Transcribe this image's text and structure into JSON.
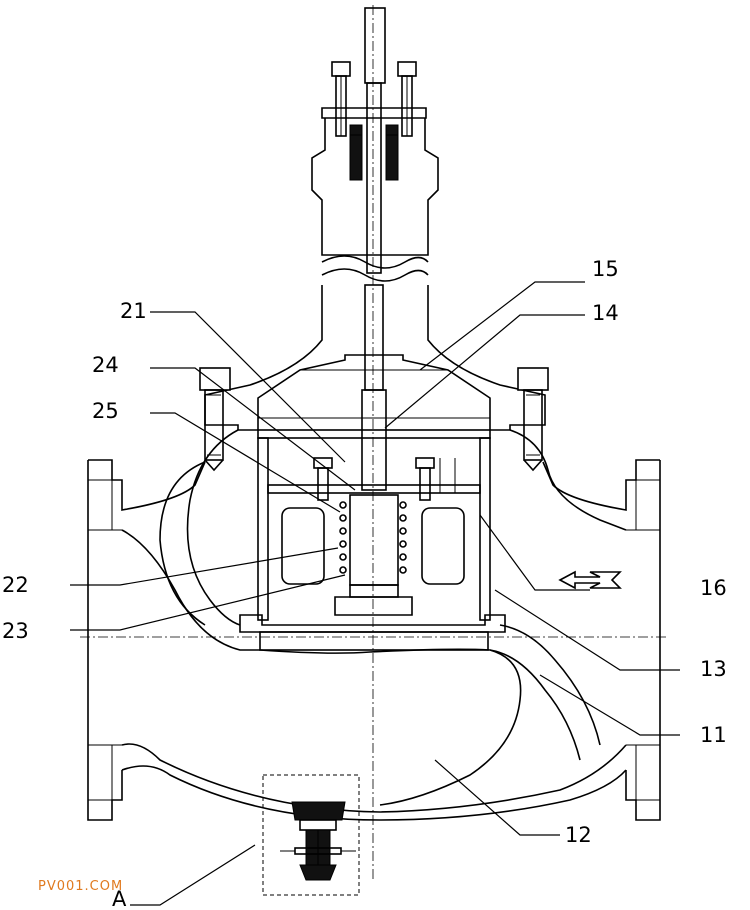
{
  "callouts": [
    {
      "id": "15",
      "text": "15"
    },
    {
      "id": "14",
      "text": "14"
    },
    {
      "id": "21",
      "text": "21"
    },
    {
      "id": "24",
      "text": "24"
    },
    {
      "id": "25",
      "text": "25"
    },
    {
      "id": "16",
      "text": "16"
    },
    {
      "id": "22",
      "text": "22"
    },
    {
      "id": "23",
      "text": "23"
    },
    {
      "id": "13",
      "text": "13"
    },
    {
      "id": "11",
      "text": "11"
    },
    {
      "id": "12",
      "text": "12"
    },
    {
      "id": "A",
      "text": "A"
    }
  ],
  "watermark": {
    "text": "PV001.COM",
    "color": "#e07a1f"
  },
  "flow_arrow": {
    "icon": "flow-direction-arrow-icon",
    "direction": "left"
  }
}
